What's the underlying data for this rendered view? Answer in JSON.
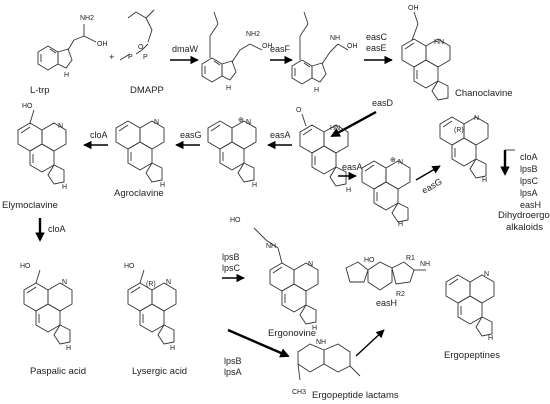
{
  "figure": {
    "compounds": {
      "ltrp": "L-trp",
      "dmapp": "DMAPP",
      "chanoclavine": "Chanoclavine",
      "elymoclavine": "Elymoclavine",
      "agroclavine": "Agroclavine",
      "dihydroergot": [
        "Dihydroergot",
        "alkaloids"
      ],
      "paspalic": "Paspalic acid",
      "lysergic": "Lysergic acid",
      "ergonovine": "Ergonovine",
      "ergopeptide_lactams": "Ergopeptide lactams",
      "ergopeptines": "Ergopeptines"
    },
    "enzymes": {
      "dmaW": "dmaW",
      "easF": "easF",
      "easC_E": [
        "easC",
        "easE"
      ],
      "easD": "easD",
      "cloA_top": "cloA",
      "easG_top": "easG",
      "easA_top": "easA",
      "easA_mid": "easA",
      "easG_mid": "easG",
      "right_list": [
        "cloA",
        "lpsB",
        "lpsC",
        "lpsA",
        "easH"
      ],
      "cloA_down": "cloA",
      "lpsB_C": [
        "lpsB",
        "lpsC"
      ],
      "lpsB_A": [
        "lpsB",
        "lpsA"
      ],
      "easH": "easH"
    },
    "atoms": {
      "plus": "+",
      "NH2": "NH2",
      "OH": "OH",
      "HN": "HN",
      "H": "H",
      "N": "N",
      "NH": "NH",
      "R": "(R)",
      "R1": "R1",
      "R2": "R2",
      "O": "O",
      "P": "P",
      "HO": "HO",
      "CH3": "CH3",
      "plus_charge": "⊕"
    }
  }
}
